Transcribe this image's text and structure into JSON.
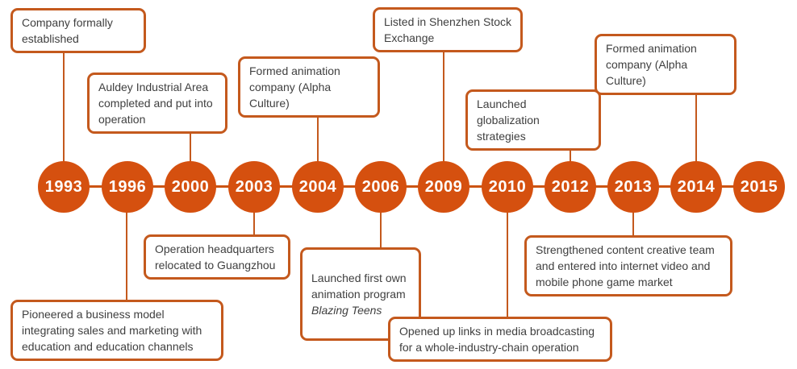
{
  "colors": {
    "node_fill": "#d5500f",
    "node_text": "#ffffff",
    "box_border": "#c4591d",
    "connector": "#c4591d",
    "axis_line": "#cc5413",
    "text": "#3f3f3f",
    "background": "#ffffff"
  },
  "timeline": {
    "years": [
      "1993",
      "1996",
      "2000",
      "2003",
      "2004",
      "2006",
      "2009",
      "2010",
      "2012",
      "2013",
      "2014",
      "2015"
    ],
    "events_above": [
      {
        "year": "1993",
        "text": "Company formally\nestablished"
      },
      {
        "year": "2000",
        "text": "Auldey Industrial Area\ncompleted and put into\noperation"
      },
      {
        "year": "2004",
        "text": "Formed animation\ncompany (Alpha Culture)"
      },
      {
        "year": "2009",
        "text": "Listed in Shenzhen Stock\nExchange"
      },
      {
        "year": "2012",
        "text": "Launched globalization\nstrategies"
      },
      {
        "year": "2014",
        "text": "Formed animation\ncompany (Alpha Culture)"
      }
    ],
    "events_below": [
      {
        "year": "1996",
        "text": "Pioneered a business model\nintegrating sales and marketing with\neducation and education channels"
      },
      {
        "year": "2003",
        "text": "Operation headquarters\nrelocated to Guangzhou"
      },
      {
        "year": "2006",
        "text": "Launched first own\nanimation program",
        "italic_text": "Blazing Teens"
      },
      {
        "year": "2010",
        "text": "Opened up links in media broadcasting\nfor a whole-industry-chain operation"
      },
      {
        "year": "2013",
        "text": "Strengthened content creative team\nand entered into internet video and\nmobile phone game market"
      }
    ]
  }
}
